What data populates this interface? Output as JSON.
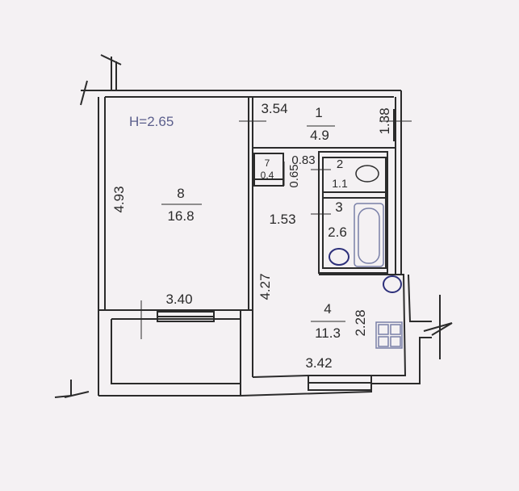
{
  "ceiling_height": "H=2.65",
  "rooms": [
    {
      "number": "8",
      "area": "16.8"
    },
    {
      "number": "1",
      "area": "4.9"
    },
    {
      "number": "7",
      "area": "0.4"
    },
    {
      "number": "2",
      "area": "1.1"
    },
    {
      "number": "3",
      "area": "2.6"
    },
    {
      "number": "4",
      "area": "11.3"
    }
  ],
  "dimensions": {
    "room8_length": "4.93",
    "room8_width": "3.40",
    "corridor_length": "3.54",
    "corridor_width": "1.38",
    "closet_width": "0.83",
    "closet_depth": "0.65",
    "hall_width": "1.53",
    "kitchen_length": "4.27",
    "kitchen_width": "3.42",
    "kitchen_depth": "2.28"
  },
  "colors": {
    "walls": "#2b2b2b",
    "fixtures": "#2c2f7a",
    "paper": "#f4f1f3"
  }
}
